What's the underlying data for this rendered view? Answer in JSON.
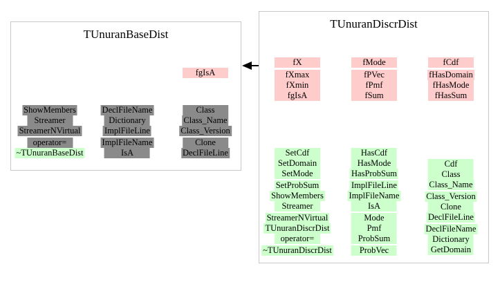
{
  "colors": {
    "data_member_bg": "#ffcccc",
    "inherited_method_bg": "#8a8a8a",
    "own_method_bg": "#ccffcc",
    "box_border": "#c8c8c8",
    "arrow": "#000000"
  },
  "left_box": {
    "title": "TUnuranBaseDist",
    "member": "fgIsA",
    "columns": [
      {
        "groups": [
          [
            "ShowMembers",
            "Streamer",
            "StreamerNVirtual"
          ],
          [
            "operator=",
            "~TUnuranBaseDist"
          ]
        ]
      },
      {
        "groups": [
          [
            "DeclFileName",
            "Dictionary",
            "ImplFileLine"
          ],
          [
            "ImplFileName",
            "IsA"
          ]
        ]
      },
      {
        "groups": [
          [
            "Class",
            "Class_Name",
            "Class_Version"
          ],
          [
            "Clone",
            "DeclFileLine"
          ]
        ]
      }
    ]
  },
  "right_box": {
    "title": "TUnuranDiscrDist",
    "member_columns": [
      {
        "first": "fX",
        "group": [
          "fXmax",
          "fXmin",
          "fgIsA"
        ]
      },
      {
        "first": "fMode",
        "group": [
          "fPVec",
          "fPmf",
          "fSum"
        ]
      },
      {
        "first": "fCdf",
        "group": [
          "fHasDomain",
          "fHasMode",
          "fHasSum"
        ]
      }
    ],
    "method_columns": [
      {
        "groups": [
          [
            "SetCdf",
            "SetDomain",
            "SetMode"
          ],
          [
            "SetProbSum",
            "ShowMembers",
            "Streamer"
          ],
          [
            "StreamerNVirtual",
            "TUnuranDiscrDist",
            "operator="
          ],
          [
            "~TUnuranDiscrDist"
          ]
        ]
      },
      {
        "groups": [
          [
            "HasCdf",
            "HasMode",
            "HasProbSum"
          ],
          [
            "ImplFileLine",
            "ImplFileName",
            "IsA"
          ],
          [
            "Mode",
            "Pmf",
            "ProbSum"
          ],
          [
            "ProbVec"
          ]
        ]
      },
      {
        "groups": [
          [
            "Cdf",
            "Class",
            "Class_Name"
          ],
          [
            "Class_Version",
            "Clone",
            "DeclFileLine"
          ],
          [
            "DeclFileName",
            "Dictionary",
            "GetDomain"
          ]
        ]
      }
    ]
  }
}
